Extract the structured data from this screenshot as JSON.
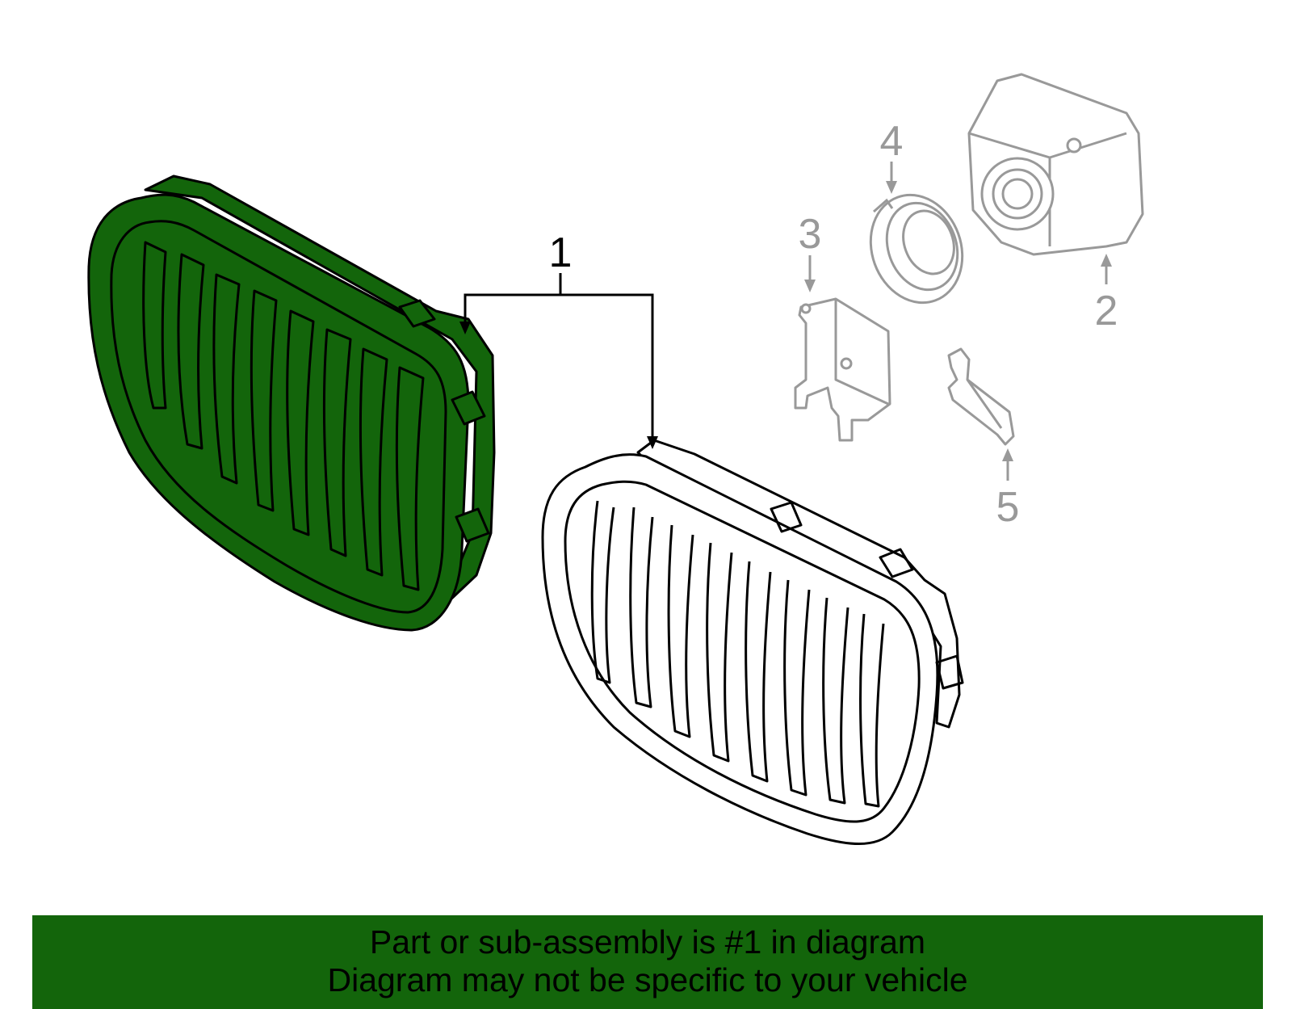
{
  "colors": {
    "highlight_fill": "#13650b",
    "ink": "#000000",
    "muted_ink": "#999999",
    "banner_bg": "#13650b"
  },
  "callouts": {
    "c1": "1",
    "c2": "2",
    "c3": "3",
    "c4": "4",
    "c5": "5"
  },
  "banner": {
    "line1": "Part or sub-assembly is #1 in diagram",
    "line2": "Diagram may not be specific to your vehicle"
  }
}
